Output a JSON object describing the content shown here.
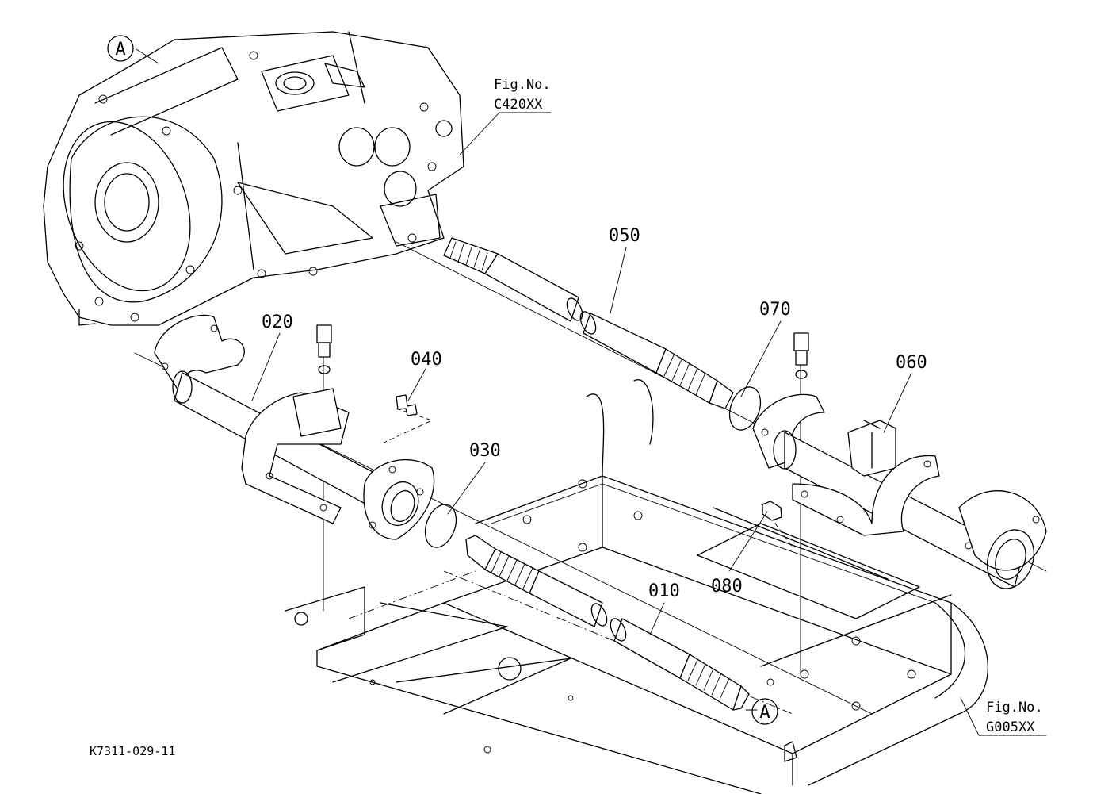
{
  "diagram": {
    "drawing_code": "K7311-029-11",
    "part_labels": {
      "p010": "010",
      "p020": "020",
      "p030": "030",
      "p040": "040",
      "p050": "050",
      "p060": "060",
      "p070": "070",
      "p080": "080"
    },
    "callouts": {
      "a_top": "A",
      "a_bottom": "A"
    },
    "fig_refs": {
      "transmission": {
        "line1": "Fig.No.",
        "line2": "C420XX"
      },
      "frame": {
        "line1": "Fig.No.",
        "line2": "G005XX"
      }
    }
  }
}
